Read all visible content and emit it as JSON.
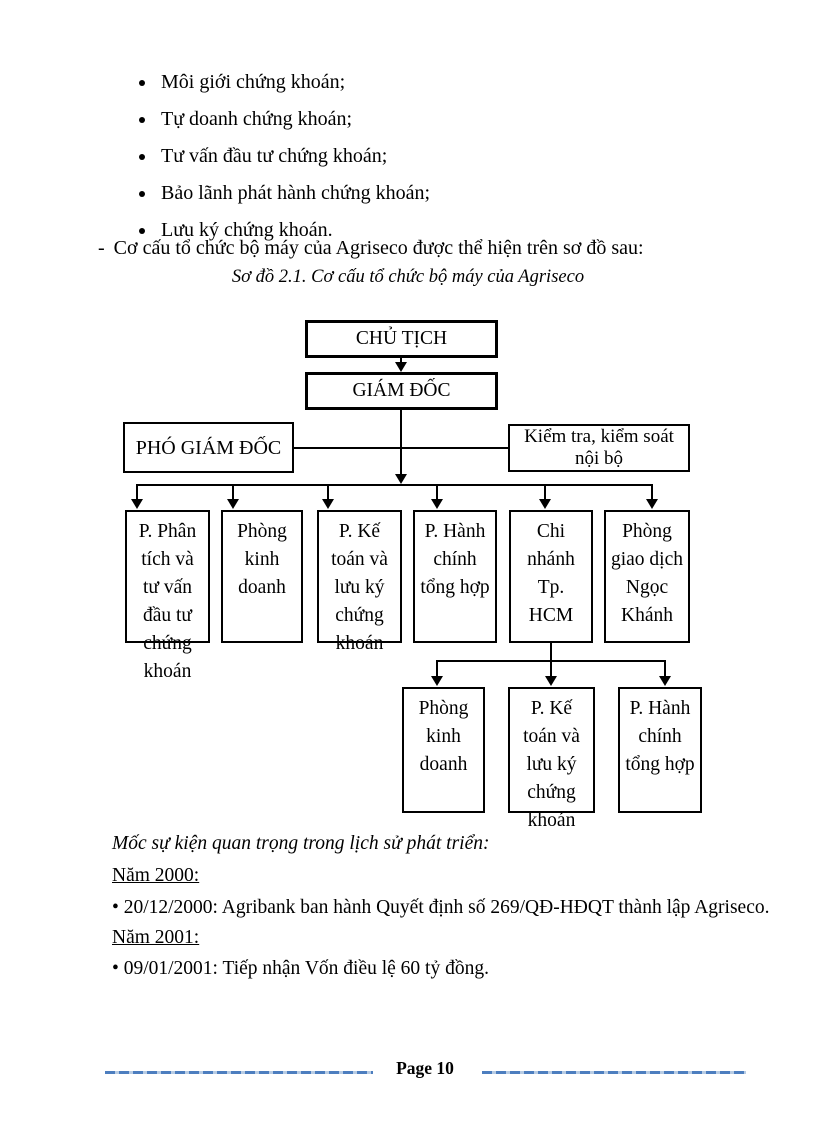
{
  "document": {
    "services": [
      "Môi giới chứng khoán;",
      "Tự doanh chứng khoán;",
      "Tư vấn đầu tư chứng khoán;",
      "Bảo lãnh phát hành chứng khoán;",
      "Lưu ký chứng khoán."
    ],
    "intro": {
      "dash": "-",
      "text": "Cơ cấu tổ chức bộ máy của Agriseco được thể hiện trên sơ đồ sau:"
    },
    "caption": "Sơ đồ 2.1. Cơ cấu tổ chức bộ máy của Agriseco"
  },
  "org_chart": {
    "chairman": "CHỦ TỊCH",
    "director": "GIÁM ĐỐC",
    "deputy_director": "PHÓ GIÁM ĐỐC",
    "internal_control": "Kiểm tra, kiểm soát nội bộ",
    "departments": [
      "P. Phân tích và tư vấn đầu tư chứng khoán",
      "Phòng kinh doanh",
      "P. Kế toán và lưu ký chứng khoán",
      "P. Hành chính tổng hợp",
      "Chi nhánh Tp. HCM",
      "Phòng giao dịch Ngọc Khánh"
    ],
    "branch_departments": [
      "Phòng kinh doanh",
      "P. Kế toán và lưu ký chứng khoán",
      "P. Hành chính tổng hợp"
    ]
  },
  "milestones": {
    "heading": "Mốc sự kiện quan trọng trong lịch sử phát triển:",
    "year_2000_label": "Năm 2000:",
    "year_2000_event": "• 20/12/2000: Agribank ban hành Quyết định số 269/QĐ-HĐQT thành lập Agriseco.",
    "year_2001_label": "Năm 2001:",
    "year_2001_event": "• 09/01/2001: Tiếp nhận Vốn điều lệ 60 tỷ đồng."
  },
  "footer": {
    "page_label": "Page 10"
  },
  "colors": {
    "footer_line_dark": "#4d7ebf",
    "footer_line_light": "#b8cce4",
    "text": "#000000"
  }
}
